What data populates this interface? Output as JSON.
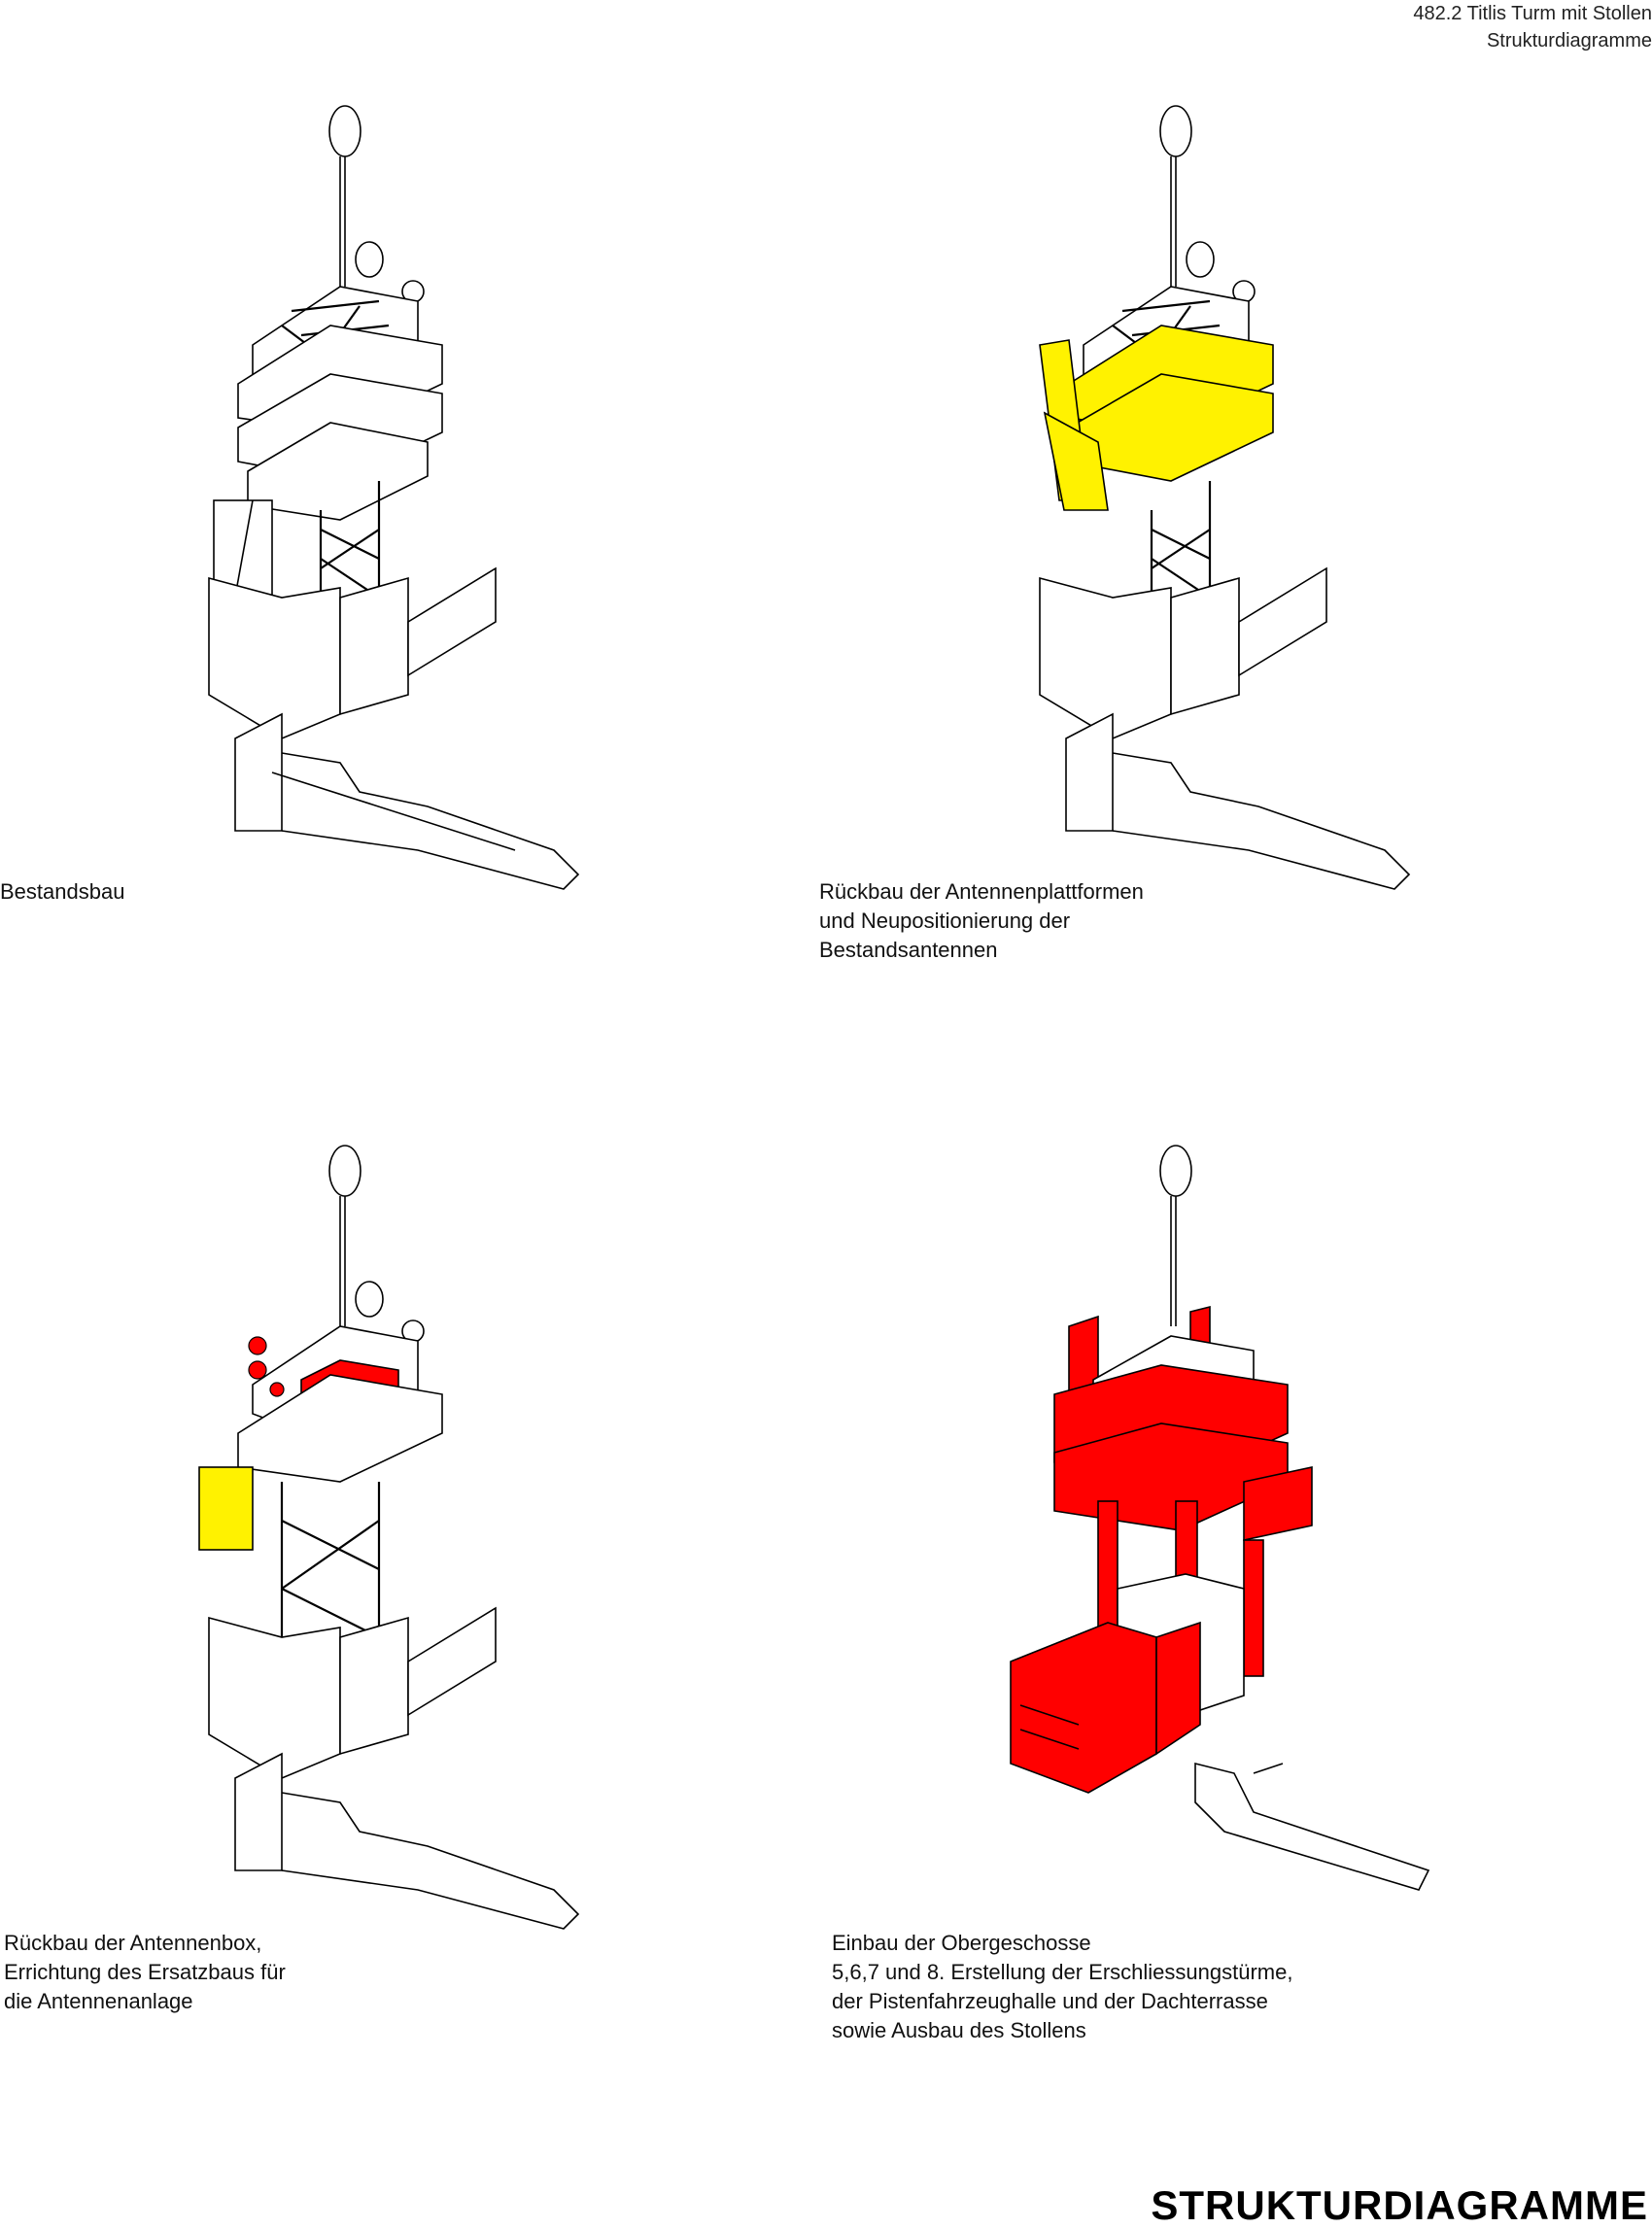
{
  "header": {
    "project": "482.2 Titlis Turm mit Stollen",
    "subtitle": "Strukturdiagramme"
  },
  "captions": [
    "Bestandsbau",
    "Rückbau der Antennenplattformen\nund Neupositionierung der\nBestandsantennen",
    "Rückbau der Antennenbox,\nErrichtung des Ersatzbaus für\ndie Antennenanlage",
    "Einbau der Obergeschosse\n5,6,7 und 8. Erstellung der Erschliessungstürme,\nder Pistenfahrzeughalle und der Dachterrasse\nsowie Ausbau des Stollens"
  ],
  "footer": {
    "title": "STRUKTURDIAGRAMME"
  },
  "colors": {
    "highlight_yellow": "#FFF200",
    "highlight_red": "#FF0000",
    "line": "#000000"
  }
}
